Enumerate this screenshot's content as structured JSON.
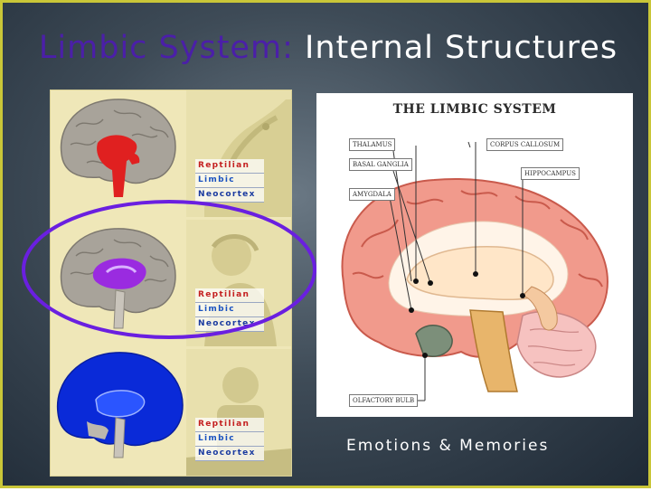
{
  "title": {
    "accent": "Limbic System:",
    "main": "Internal Structures"
  },
  "legend": {
    "reptilian": "Reptilian",
    "limbic": "Limbic",
    "neocortex": "Neocortex"
  },
  "diagram": {
    "title": "THE LIMBIC SYSTEM",
    "labels": {
      "thalamus": "THALAMUS",
      "basal_ganglia": "BASAL GANGLIA",
      "amygdala": "AMYGDALA",
      "corpus_callosum": "CORPUS CALLOSUM",
      "hippocampus": "HIPPOCAMPUS",
      "olfactory_bulb": "OLFACTORY BULB"
    }
  },
  "caption": "Emotions & Memories",
  "colors": {
    "border": "#c9c638",
    "accent": "#4b1fa8",
    "reptilian": "#e02020",
    "limbic": "#9a2be0",
    "neocortex": "#0a2ad8",
    "circle": "#6a1fe0"
  }
}
